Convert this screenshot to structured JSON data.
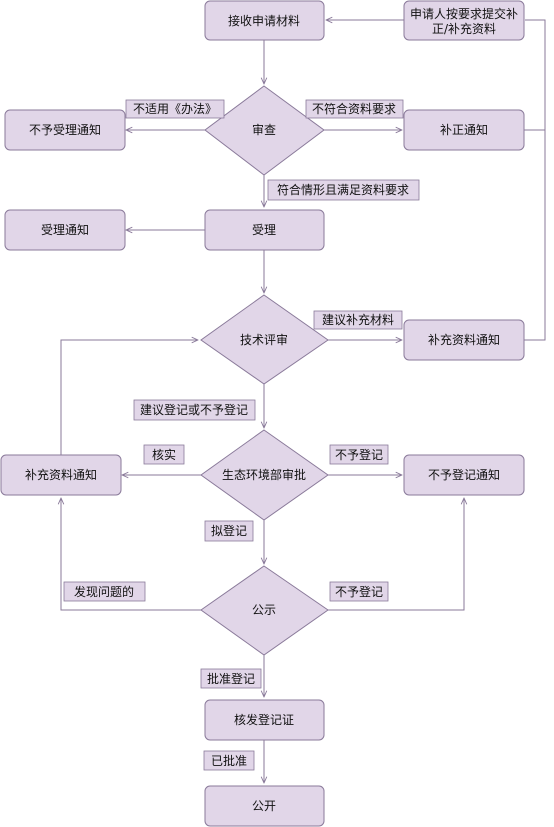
{
  "nodes": {
    "receive": "接收申请材料",
    "resubmit_line1": "申请人按要求提交补",
    "resubmit_line2": "正/补充资料",
    "reject_notice": "不予受理通知",
    "review": "审查",
    "correction_notice": "补正通知",
    "accept_notice": "受理通知",
    "accept": "受理",
    "tech_review": "技术评审",
    "supplement_notice_right": "补充资料通知",
    "supplement_notice_left": "补充资料通知",
    "ministry_approval": "生态环境部审批",
    "no_register_notice": "不予登记通知",
    "publicity": "公示",
    "issue_certificate": "核发登记证",
    "publish": "公开"
  },
  "labels": {
    "not_applicable": "不适用《办法》",
    "not_meet_requirements": "不符合资料要求",
    "meets_requirements": "符合情形且满足资料要求",
    "suggest_supplement": "建议补充材料",
    "suggest_register_or_not": "建议登记或不予登记",
    "verify": "核实",
    "no_register_1": "不予登记",
    "to_register": "拟登记",
    "problem_found": "发现问题的",
    "no_register_2": "不予登记",
    "approve_register": "批准登记",
    "approved": "已批准"
  }
}
